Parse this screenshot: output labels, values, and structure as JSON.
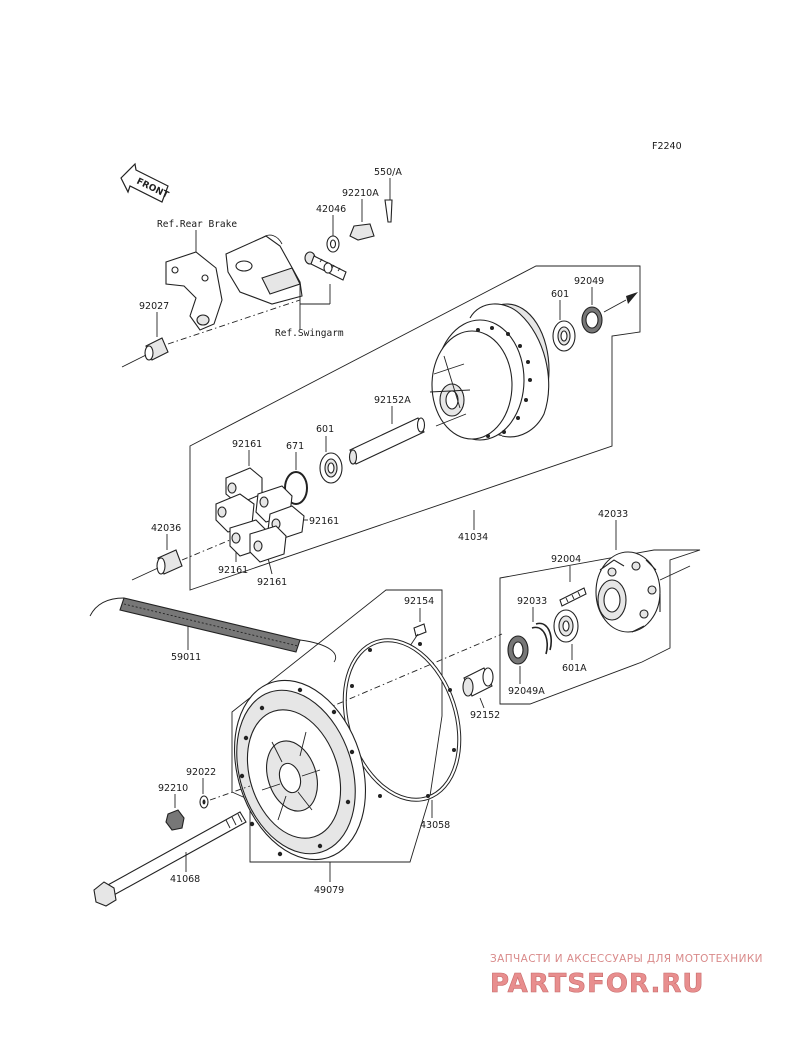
{
  "figure_code": "F2240",
  "front_label": "FRONT",
  "references": {
    "rear_brake": "Ref.Rear Brake",
    "swingarm": "Ref.Swingarm"
  },
  "parts": {
    "p550a": "550/A",
    "p92210a": "92210A",
    "p42046": "42046",
    "p92027": "92027",
    "p601_top": "601",
    "p92049": "92049",
    "p92152a": "92152A",
    "p671": "671",
    "p92161_a": "92161",
    "p601_mid": "601",
    "p92161_b": "92161",
    "p42036": "42036",
    "p92161_c": "92161",
    "p92161_d": "92161",
    "p41034": "41034",
    "p42033": "42033",
    "p92004": "92004",
    "p92154": "92154",
    "p92033": "92033",
    "p59011": "59011",
    "p601a": "601A",
    "p92049a": "92049A",
    "p92152": "92152",
    "p92022": "92022",
    "p92210": "92210",
    "p43058": "43058",
    "p41068": "41068",
    "p49079": "49079"
  },
  "watermark": {
    "tagline": "ЗАПЧАСТИ И АКСЕССУАРЫ ДЛЯ МОТОТЕХНИКИ",
    "brand": "PARTSFOR.RU"
  }
}
